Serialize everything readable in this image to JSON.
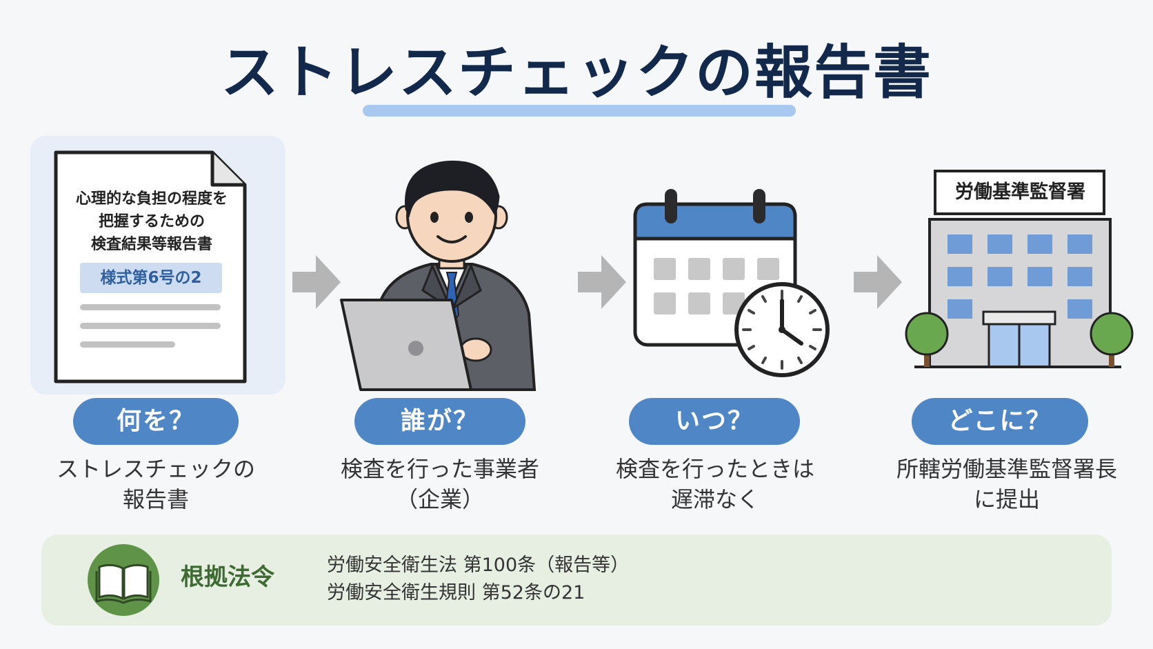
{
  "title": "ストレスチェックの報告書",
  "document": {
    "lines": [
      "心理的な負担の程度を",
      "把握するための",
      "検査結果等報告書"
    ],
    "badge": "様式第6号の2"
  },
  "building_sign": "労働基準監督署",
  "steps": [
    {
      "label": "何を？",
      "desc": [
        "ストレスチェックの",
        "報告書"
      ],
      "icon": "document-icon"
    },
    {
      "label": "誰が？",
      "desc": [
        "検査を行った事業者",
        "（企業）"
      ],
      "icon": "businessman-laptop-icon"
    },
    {
      "label": "いつ？",
      "desc": [
        "検査を行ったときは",
        "遅滞なく"
      ],
      "icon": "calendar-clock-icon"
    },
    {
      "label": "どこに？",
      "desc": [
        "所轄労働基準監督署長",
        "に提出"
      ],
      "icon": "office-building-icon"
    }
  ],
  "law": {
    "label": "根拠法令",
    "lines": [
      "労働安全衛生法 第100条（報告等）",
      "労働安全衛生規則 第52条の21"
    ],
    "icon": "open-book-icon"
  },
  "colors": {
    "title": "#13294b",
    "accent_blue": "#4f86c6",
    "underline": "#a9c8ef",
    "law_green": "#3e6b32",
    "law_bg": "#e6efe2",
    "arrow_gray": "#b5b5b5"
  }
}
